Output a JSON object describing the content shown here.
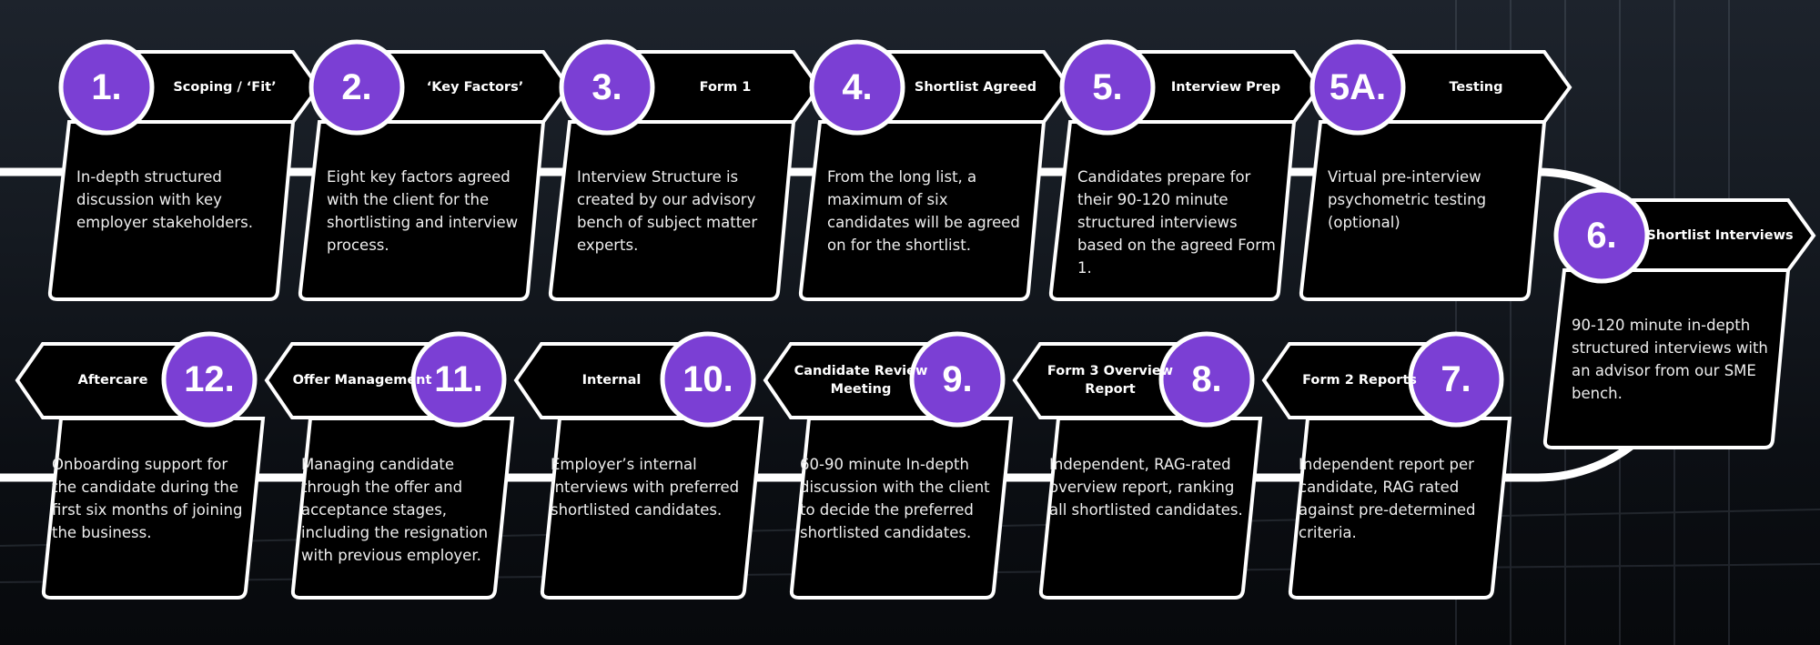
{
  "colors": {
    "accent": "#7B3FD4",
    "stroke": "#ffffff",
    "card": "#000000"
  },
  "steps": [
    {
      "number": "1.",
      "title": "Scoping / ‘Fit’",
      "text": "In-depth structured discussion with key employer stakeholders."
    },
    {
      "number": "2.",
      "title": "‘Key Factors’",
      "text": "Eight key factors agreed  with the client for the shortlisting and interview process."
    },
    {
      "number": "3.",
      "title": "Form 1",
      "text": "Interview Structure is created by our advisory bench of subject matter experts."
    },
    {
      "number": "4.",
      "title": "Shortlist Agreed",
      "text": "From the long list, a maximum of six candidates will be agreed on for the shortlist."
    },
    {
      "number": "5.",
      "title": "Interview Prep",
      "text": "Candidates prepare for their 90-120 minute structured interviews based on the agreed Form 1."
    },
    {
      "number": "5A.",
      "title": "Testing",
      "text": "Virtual pre-interview psychometric testing (optional)"
    },
    {
      "number": "6.",
      "title": "Shortlist Interviews",
      "text": "90-120 minute in-depth structured interviews with an advisor from our SME bench."
    },
    {
      "number": "7.",
      "title": "Form 2 Reports",
      "text": "Independent report per candidate, RAG rated against pre-determined criteria."
    },
    {
      "number": "8.",
      "title": "Form 3 Overview Report",
      "text": "Independent, RAG-rated overview report, ranking all shortlisted candidates."
    },
    {
      "number": "9.",
      "title": "Candidate Review Meeting",
      "text": "60-90 minute In-depth discussion with the client to decide the preferred shortlisted candidates."
    },
    {
      "number": "10.",
      "title": "Internal",
      "text": "Employer’s internal interviews with preferred shortlisted candidates."
    },
    {
      "number": "11.",
      "title": "Offer Management",
      "text": "Managing candidate through the offer and acceptance stages, including the resignation with previous employer."
    },
    {
      "number": "12.",
      "title": "Aftercare",
      "text": "Onboarding support for the candidate during the first six months of joining the business."
    }
  ]
}
